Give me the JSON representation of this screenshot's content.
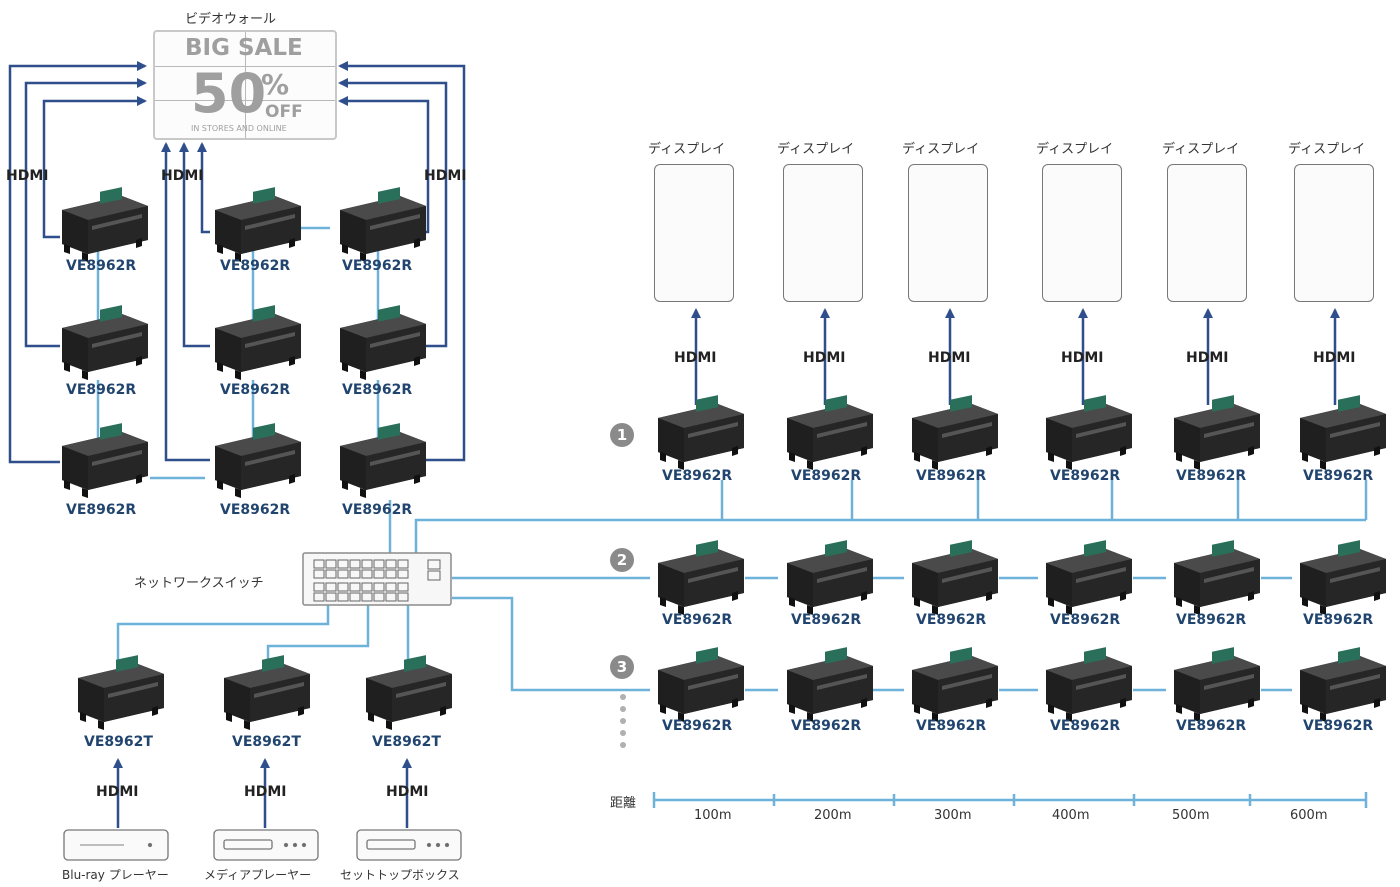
{
  "video_wall": {
    "title": "ビデオウォール",
    "line1": "BIG SALE",
    "line2_number": "50",
    "line2_percent": "%",
    "line2_off": "OFF",
    "line3": "IN STORES AND ONLINE"
  },
  "hdmi_label": "HDMI",
  "receiver_model": "VE8962R",
  "transmitter_model": "VE8962T",
  "switch_label": "ネットワークスイッチ",
  "display_label": "ディスプレイ",
  "sources": [
    {
      "label": "Blu-ray プレーヤー"
    },
    {
      "label": "メディアプレーヤー"
    },
    {
      "label": "セットトップボックス"
    }
  ],
  "rows": [
    {
      "badge": "1"
    },
    {
      "badge": "2"
    },
    {
      "badge": "3"
    }
  ],
  "distance": {
    "label": "距離",
    "ticks": [
      "100m",
      "200m",
      "300m",
      "400m",
      "500m",
      "600m"
    ]
  },
  "colors": {
    "hdmi_arrow": "#2f4f8c",
    "network_line": "#6fb2d9",
    "model_text": "#21456f",
    "device_body": "#2b2b2b"
  }
}
